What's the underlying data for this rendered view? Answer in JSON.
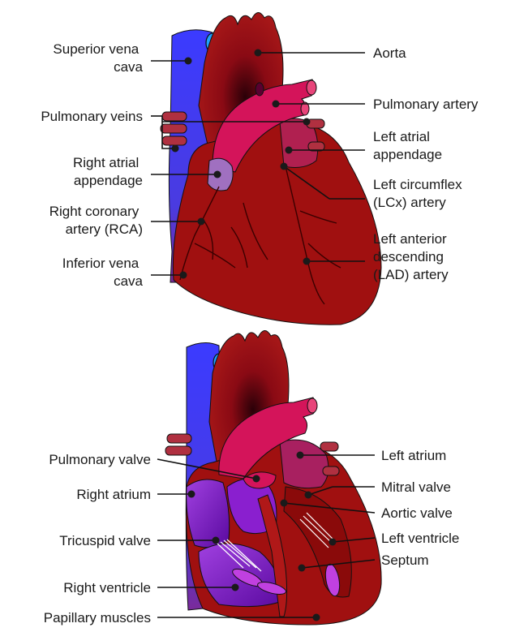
{
  "top_diagram": {
    "left_labels": {
      "superior_vena_cava": [
        "Superior vena",
        "cava"
      ],
      "pulmonary_veins": [
        "Pulmonary veins"
      ],
      "right_atrial_appendage": [
        "Right atrial",
        "appendage"
      ],
      "right_coronary_artery": [
        "Right coronary",
        "artery (RCA)"
      ],
      "inferior_vena_cava": [
        "Inferior vena",
        "cava"
      ]
    },
    "right_labels": {
      "aorta": [
        "Aorta"
      ],
      "pulmonary_artery": [
        "Pulmonary artery"
      ],
      "left_atrial_appendage": [
        "Left atrial",
        "appendage"
      ],
      "left_circumflex_artery": [
        "Left circumflex",
        "(LCx) artery"
      ],
      "left_anterior_descending_artery": [
        "Left anterior",
        "descending",
        "(LAD) artery"
      ]
    }
  },
  "bottom_diagram": {
    "left_labels": {
      "pulmonary_valve": [
        "Pulmonary valve"
      ],
      "right_atrium": [
        "Right atrium"
      ],
      "tricuspid_valve": [
        "Tricuspid valve"
      ],
      "right_ventricle": [
        "Right ventricle"
      ],
      "papillary_muscles": [
        "Papillary muscles"
      ]
    },
    "right_labels": {
      "left_atrium": [
        "Left atrium"
      ],
      "mitral_valve": [
        "Mitral valve"
      ],
      "aortic_valve": [
        "Aortic valve"
      ],
      "left_ventricle": [
        "Left ventricle"
      ],
      "septum": [
        "Septum"
      ]
    }
  },
  "colors": {
    "vein_blue": "#3d3dff",
    "vein_dark": "#2a2ad0",
    "heart_red": "#a01010",
    "heart_dark": "#7a0000",
    "pulmonary_pink": "#d4145a",
    "chamber_purple": "#8a1fcf",
    "label_text": "#1a1a1a"
  }
}
